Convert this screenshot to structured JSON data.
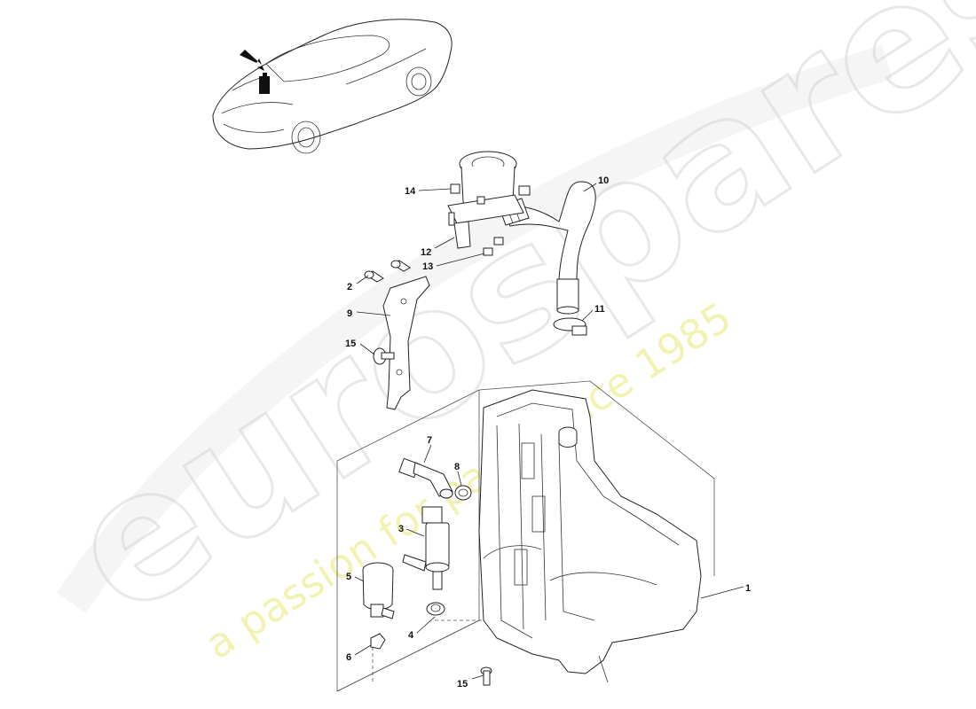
{
  "watermark": {
    "brand": "eurospares",
    "tagline": "a passion for parts since 1985"
  },
  "callouts": [
    {
      "id": "c1",
      "label": "1"
    },
    {
      "id": "c2",
      "label": "2"
    },
    {
      "id": "c3",
      "label": "3"
    },
    {
      "id": "c4",
      "label": "4"
    },
    {
      "id": "c5",
      "label": "5"
    },
    {
      "id": "c6",
      "label": "6"
    },
    {
      "id": "c7",
      "label": "7"
    },
    {
      "id": "c8",
      "label": "8"
    },
    {
      "id": "c9",
      "label": "9"
    },
    {
      "id": "c10",
      "label": "10"
    },
    {
      "id": "c11",
      "label": "11"
    },
    {
      "id": "c12",
      "label": "12"
    },
    {
      "id": "c13",
      "label": "13"
    },
    {
      "id": "c14",
      "label": "14"
    },
    {
      "id": "c15a",
      "label": "15"
    },
    {
      "id": "c15b",
      "label": "15"
    }
  ]
}
